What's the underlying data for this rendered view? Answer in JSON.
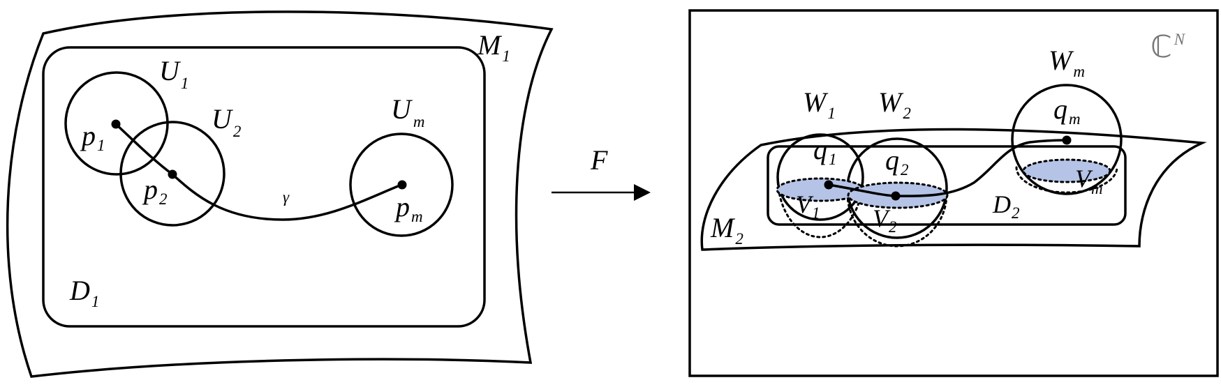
{
  "left_panel": {
    "manifold": {
      "name": "M",
      "sub": "1"
    },
    "domain": {
      "name": "D",
      "sub": "1"
    },
    "neighborhoods": [
      {
        "name": "U",
        "sub": "1"
      },
      {
        "name": "U",
        "sub": "2"
      },
      {
        "name": "U",
        "sub": "m"
      }
    ],
    "points": [
      {
        "name": "p",
        "sub": "1"
      },
      {
        "name": "p",
        "sub": "2"
      },
      {
        "name": "p",
        "sub": "m"
      }
    ],
    "curve": "γ"
  },
  "map_label": "F",
  "right_panel": {
    "space": {
      "name": "ℂ",
      "sup": "N"
    },
    "manifold": {
      "name": "M",
      "sub": "2"
    },
    "domain": {
      "name": "D",
      "sub": "2"
    },
    "balls": [
      {
        "name": "W",
        "sub": "1"
      },
      {
        "name": "W",
        "sub": "2"
      },
      {
        "name": "W",
        "sub": "m"
      }
    ],
    "points": [
      {
        "name": "q",
        "sub": "1"
      },
      {
        "name": "q",
        "sub": "2"
      },
      {
        "name": "q",
        "sub": "m"
      }
    ],
    "disks": [
      {
        "name": "V",
        "sub": "1"
      },
      {
        "name": "V",
        "sub": "2"
      },
      {
        "name": "V",
        "sub": "m"
      }
    ],
    "disk_color": "#b4c3e6"
  }
}
